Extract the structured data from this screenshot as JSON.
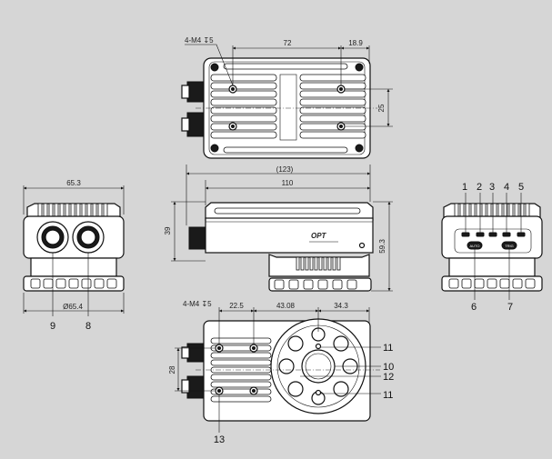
{
  "diagram": {
    "top_view": {
      "hole_note": "4-M4",
      "depth": "5",
      "dims": [
        "72",
        "18.9",
        "25"
      ]
    },
    "front_view": {
      "dims": [
        "(123)",
        "110",
        "39",
        "59.3"
      ],
      "brand": "OPT"
    },
    "left_view": {
      "dims": [
        "65.3",
        "65.4"
      ],
      "callouts": [
        "9",
        "8"
      ]
    },
    "right_view": {
      "callouts_top": [
        "1",
        "2",
        "3",
        "4",
        "5"
      ],
      "callouts_bottom": [
        "6",
        "7"
      ],
      "button_labels": [
        "AUTO",
        "TRIG"
      ]
    },
    "bottom_view": {
      "hole_note": "4-M4",
      "depth": "5",
      "dims": [
        "22.5",
        "43.08",
        "34.3",
        "28"
      ],
      "callouts": [
        "11",
        "10",
        "12",
        "11",
        "13"
      ]
    }
  }
}
